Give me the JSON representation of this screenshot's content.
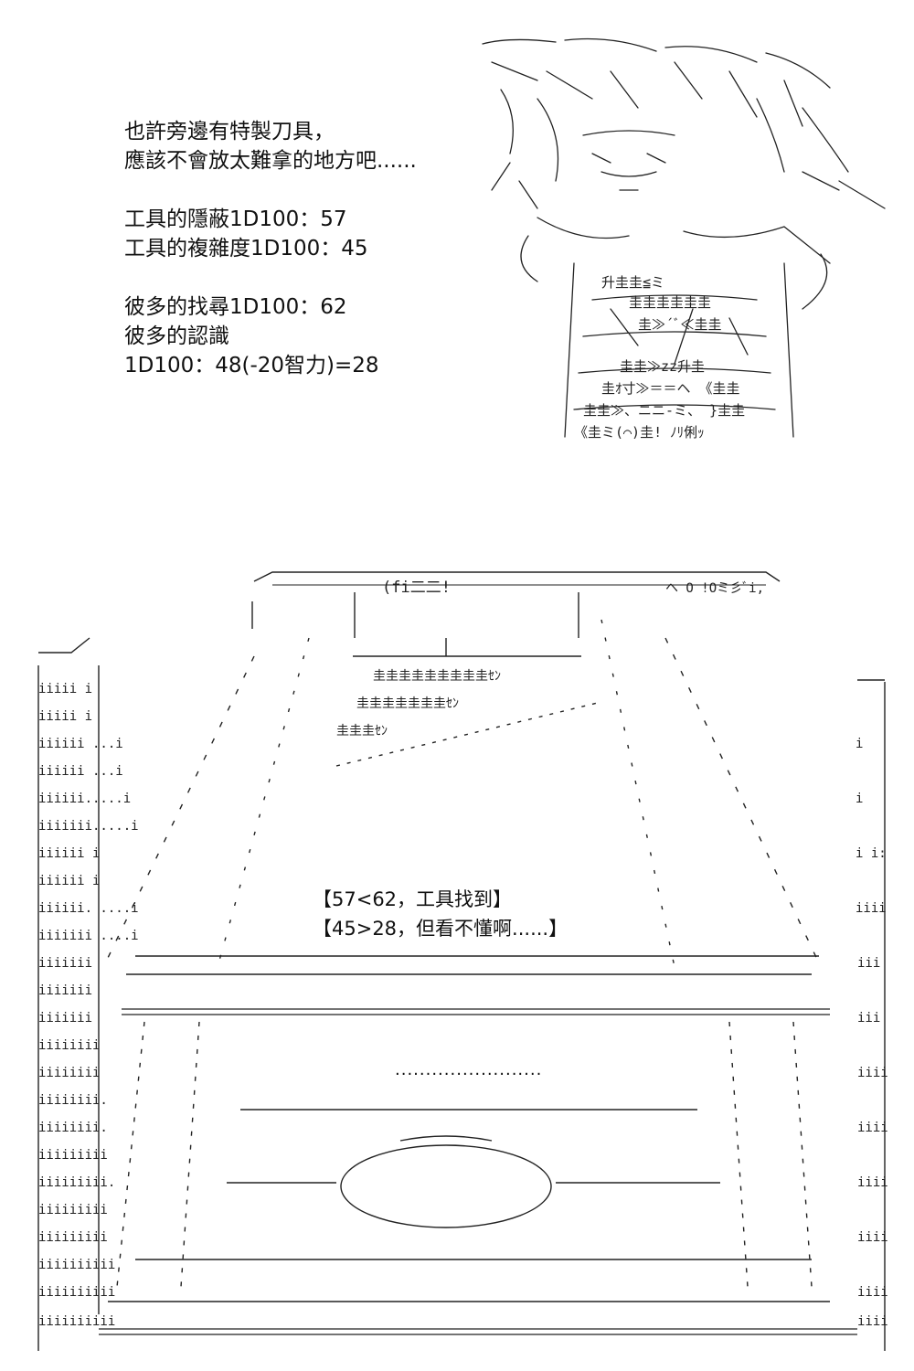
{
  "narration": {
    "lines": [
      "也許旁邊有特製刀具，",
      "應該不會放太難拿的地方吧......",
      "",
      "工具的隱蔽1D100：57",
      "工具的複雜度1D100：45",
      "",
      "彼多的找尋1D100：62",
      "彼多的認識",
      "1D100：48(-20智力)=28"
    ]
  },
  "panel_sign": {
    "text": "(fi二二!"
  },
  "result": {
    "line1": "【57<62，工具找到】",
    "line2": "【45>28，但看不懂啊......】"
  },
  "table_dots": {
    "text": "........................"
  },
  "figure_chest": {
    "text": "升圭圭≦ミ"
  },
  "shelf_text": {
    "row1": "圭圭圭圭圭圭圭圭圭ｾﾝ",
    "row2": "圭圭圭圭圭圭圭ｾﾝ",
    "row3": "圭圭圭ｾﾝ"
  }
}
